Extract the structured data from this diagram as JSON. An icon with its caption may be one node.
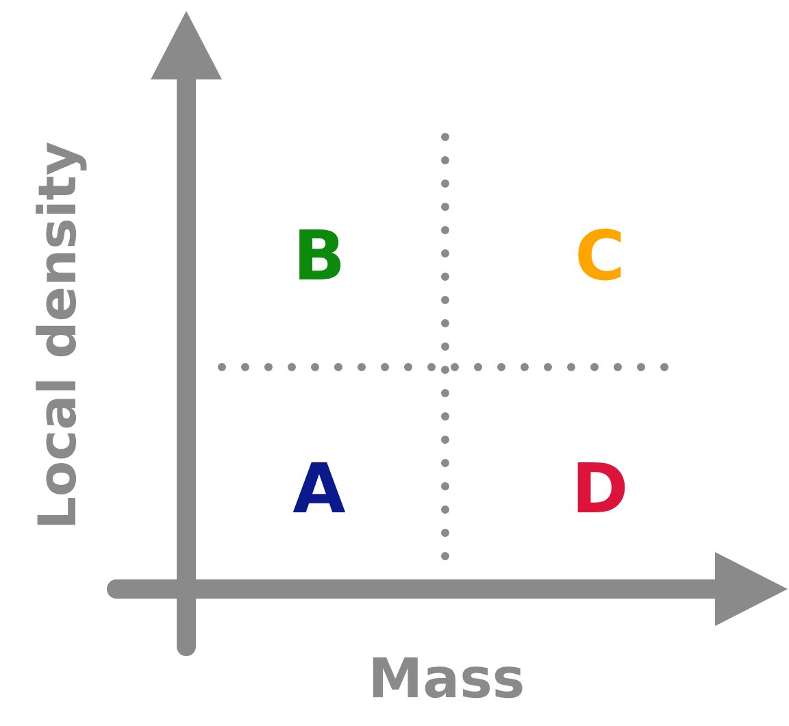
{
  "diagram": {
    "labels": [
      "B",
      "C",
      "A",
      "D",
      "Local density",
      "Mass"
    ]
  }
}
